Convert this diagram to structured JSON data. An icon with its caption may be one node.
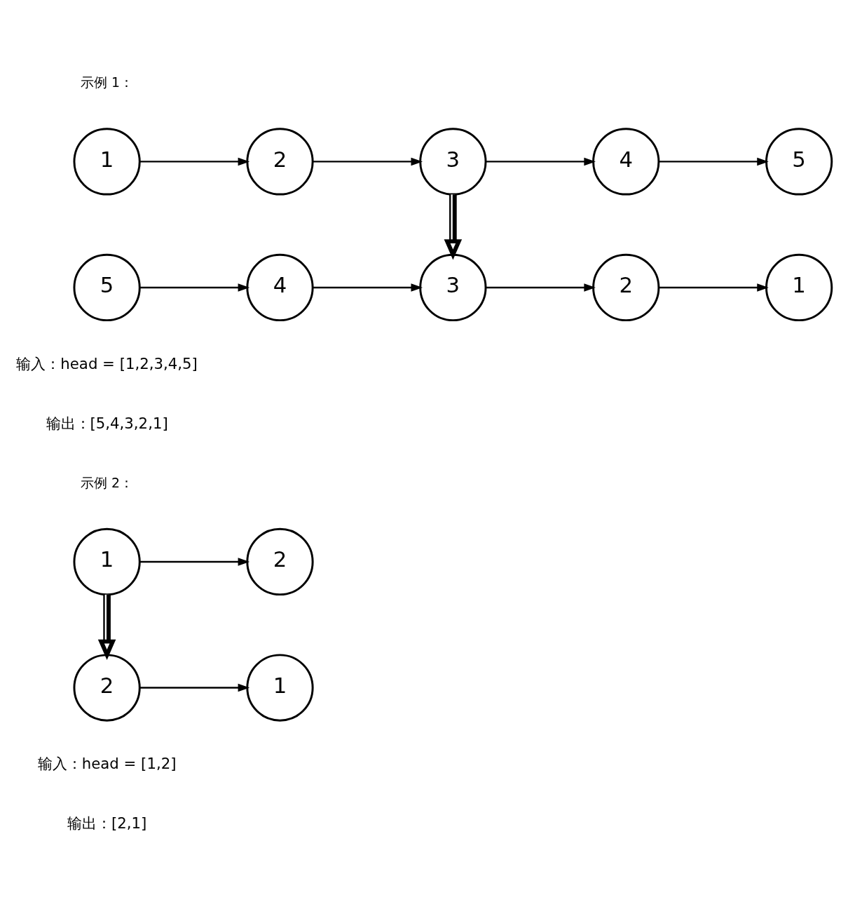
{
  "diagram": {
    "nodes": [
      {
        "text": [
          "1"
        ]
      },
      {
        "text": [
          "2"
        ]
      },
      {
        "text": [
          "3"
        ]
      },
      {
        "text": [
          "4"
        ]
      },
      {
        "text": [
          "5"
        ]
      },
      {
        "text": [
          "5"
        ]
      },
      {
        "text": [
          "4"
        ]
      },
      {
        "text": [
          "3"
        ]
      },
      {
        "text": [
          "2"
        ]
      },
      {
        "text": [
          "1"
        ]
      },
      {
        "text": [
          "1"
        ]
      },
      {
        "text": [
          "2"
        ]
      },
      {
        "text": [
          "2"
        ]
      },
      {
        "text": [
          "1"
        ]
      }
    ],
    "edges": [
      {
        "from": 0,
        "to": 1,
        "arrow": "to"
      },
      {
        "from": 1,
        "to": 2,
        "arrow": "to"
      },
      {
        "from": 2,
        "to": 3,
        "arrow": "to"
      },
      {
        "from": 3,
        "to": 4,
        "arrow": "to"
      },
      {
        "from": 2,
        "to": 7,
        "arrow": "to",
        "style": "thick"
      },
      {
        "from": 5,
        "to": 6,
        "arrow": "to"
      },
      {
        "from": 6,
        "to": 7,
        "arrow": "to"
      },
      {
        "from": 7,
        "to": 8,
        "arrow": "to"
      },
      {
        "from": 8,
        "to": 9,
        "arrow": "to"
      },
      {
        "from": 10,
        "to": 11,
        "arrow": "to"
      },
      {
        "from": 10,
        "to": 12,
        "arrow": "to",
        "style": "thick"
      },
      {
        "from": 12,
        "to": 13,
        "arrow": "to"
      }
    ],
    "labels": [
      "示例 1：",
      "输入：head = [1,2,3,4,5]",
      "输出：[5,4,3,2,1]",
      "示例 2：",
      "输入：head = [1,2]",
      "输出：[2,1]"
    ]
  }
}
